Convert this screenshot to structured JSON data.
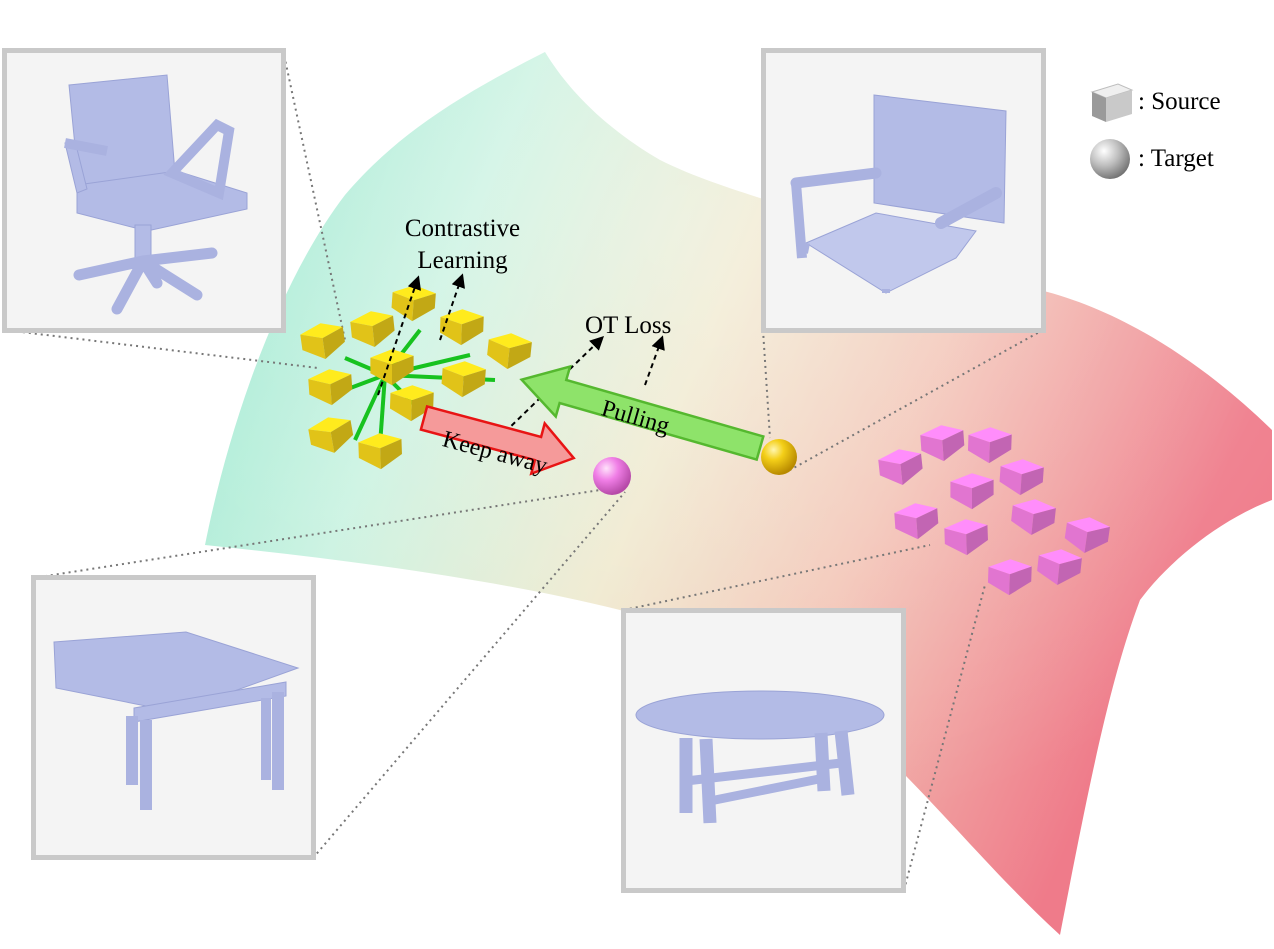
{
  "labels": {
    "contrastive_line1": "Contrastive",
    "contrastive_line2": "Learning",
    "ot_loss": "OT Loss",
    "pulling": "Pulling",
    "keep_away": "Keep away"
  },
  "legend": {
    "source_label": ": Source",
    "target_label": ": Target",
    "source_icon": "cube-icon",
    "target_icon": "sphere-icon"
  },
  "panels": [
    {
      "name": "panel-office-chair",
      "depicts": "office chair point cloud"
    },
    {
      "name": "panel-armchair",
      "depicts": "armchair point cloud"
    },
    {
      "name": "panel-desk",
      "depicts": "desk point cloud"
    },
    {
      "name": "panel-table",
      "depicts": "table point cloud"
    }
  ],
  "colors": {
    "surface_left": "#9fe8d2",
    "surface_mid": "#efe6cf",
    "surface_right": "#f07f8c",
    "source_cube": "#f2d21a",
    "target_cube": "#f27ee0",
    "point_cloud": "#b6bde6",
    "pull_arrow": "#8be36b",
    "keep_arrow": "#f48a8a",
    "contrast_edge": "#17c21f"
  }
}
